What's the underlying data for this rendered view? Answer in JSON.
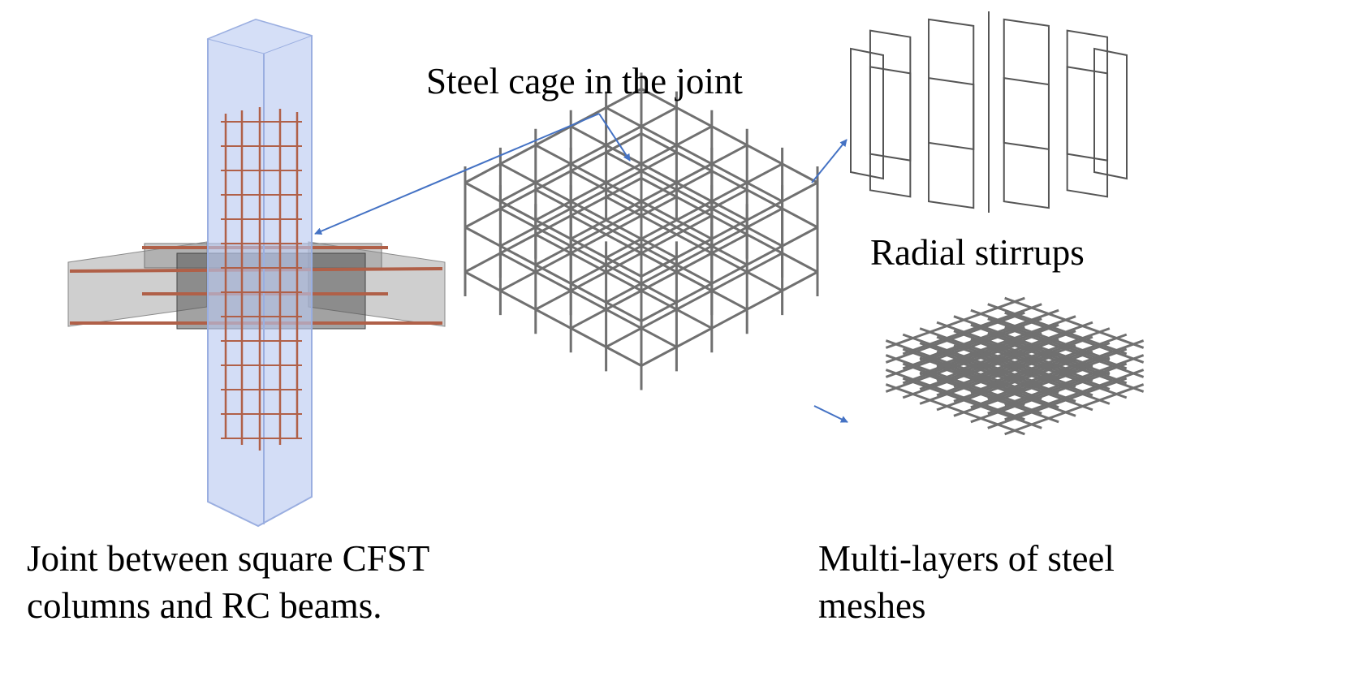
{
  "labels": {
    "cage": "Steel cage in the joint",
    "radial": "Radial stirrups",
    "joint_line1": "Joint between square CFST",
    "joint_line2": "columns and RC beams.",
    "mesh_line1": "Multi-layers of steel",
    "mesh_line2": "meshes"
  },
  "icons": [
    "joint-3d-illustration",
    "steel-cage-illustration",
    "radial-stirrups-illustration",
    "steel-mesh-illustration",
    "arrow"
  ],
  "colors": {
    "arrow": "#4472c4",
    "column_fill": "#b8c8f0",
    "column_edge": "#9aaee0",
    "beam_fill": "#9a9a9a",
    "rebar": "#b06048",
    "steel": "#707070"
  }
}
